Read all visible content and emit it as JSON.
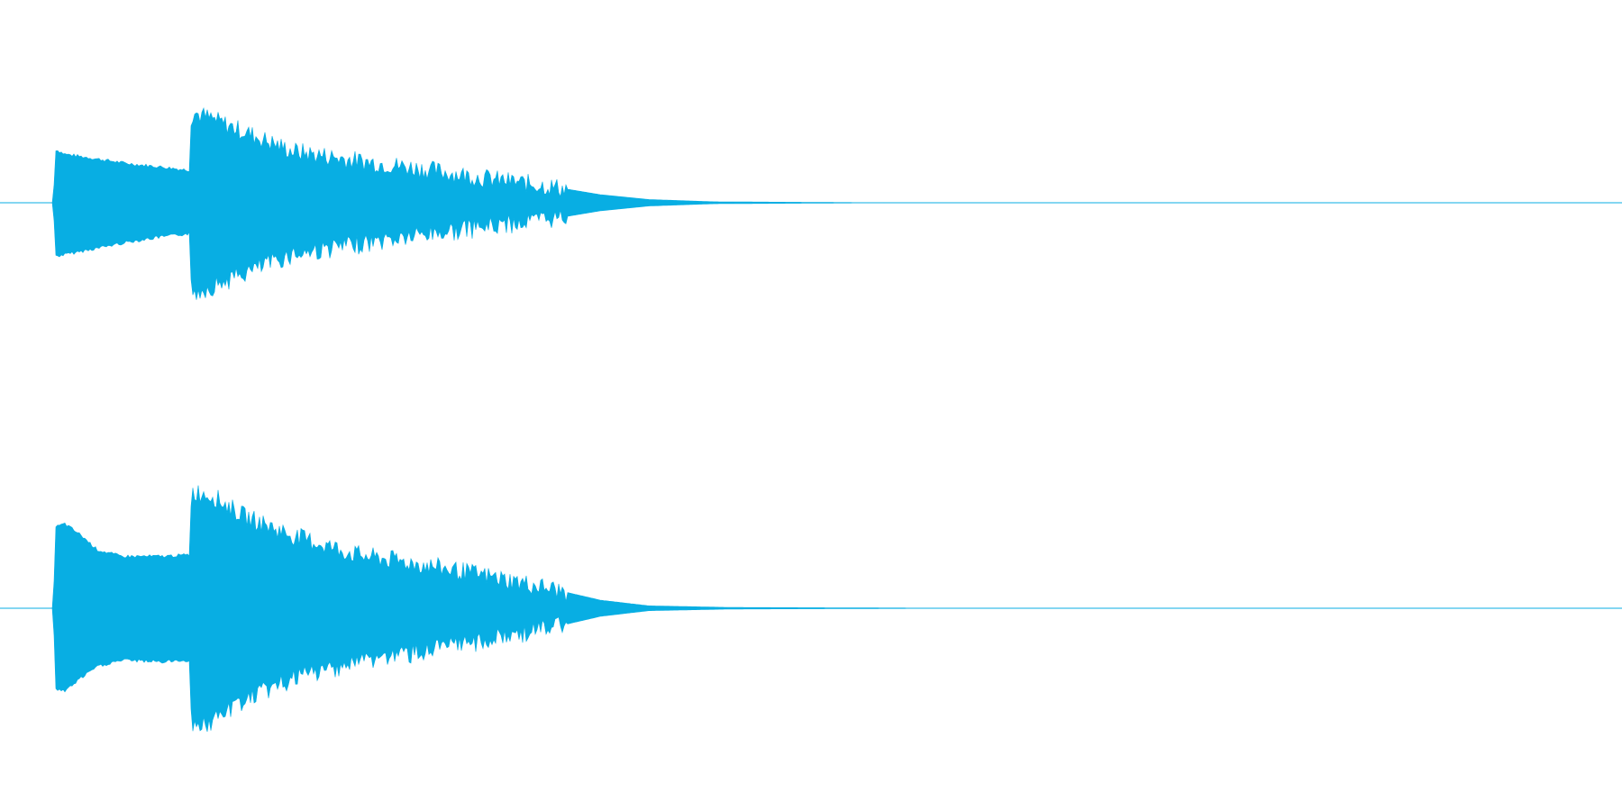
{
  "waveform": {
    "color": "#08aee3",
    "background": "#ffffff",
    "channels": [
      {
        "name": "",
        "envelope": [
          {
            "t": 0.0,
            "top": 0.0,
            "bottom": 0.0
          },
          {
            "t": 0.033,
            "top": 0.0,
            "bottom": 0.0
          },
          {
            "t": 0.034,
            "top": 0.33,
            "bottom": 0.33
          },
          {
            "t": 0.04,
            "top": 0.3,
            "bottom": 0.32
          },
          {
            "t": 0.06,
            "top": 0.27,
            "bottom": 0.28
          },
          {
            "t": 0.08,
            "top": 0.24,
            "bottom": 0.24
          },
          {
            "t": 0.1,
            "top": 0.22,
            "bottom": 0.21
          },
          {
            "t": 0.117,
            "top": 0.2,
            "bottom": 0.19
          },
          {
            "t": 0.118,
            "top": 0.56,
            "bottom": 0.56
          },
          {
            "t": 0.13,
            "top": 0.52,
            "bottom": 0.52
          },
          {
            "t": 0.15,
            "top": 0.44,
            "bottom": 0.44
          },
          {
            "t": 0.18,
            "top": 0.32,
            "bottom": 0.32
          },
          {
            "t": 0.22,
            "top": 0.26,
            "bottom": 0.26
          },
          {
            "t": 0.26,
            "top": 0.21,
            "bottom": 0.2
          },
          {
            "t": 0.3,
            "top": 0.15,
            "bottom": 0.15
          },
          {
            "t": 0.34,
            "top": 0.1,
            "bottom": 0.1
          },
          {
            "t": 0.37,
            "top": 0.05,
            "bottom": 0.05
          },
          {
            "t": 0.4,
            "top": 0.02,
            "bottom": 0.02
          },
          {
            "t": 0.44,
            "top": 0.006,
            "bottom": 0.006
          },
          {
            "t": 0.55,
            "top": 0.0,
            "bottom": 0.0
          },
          {
            "t": 1.0,
            "top": 0.0,
            "bottom": 0.0
          }
        ]
      },
      {
        "name": "",
        "envelope": [
          {
            "t": 0.0,
            "top": 0.0,
            "bottom": 0.0
          },
          {
            "t": 0.033,
            "top": 0.0,
            "bottom": 0.0
          },
          {
            "t": 0.034,
            "top": 0.5,
            "bottom": 0.5
          },
          {
            "t": 0.04,
            "top": 0.52,
            "bottom": 0.51
          },
          {
            "t": 0.05,
            "top": 0.45,
            "bottom": 0.43
          },
          {
            "t": 0.06,
            "top": 0.36,
            "bottom": 0.36
          },
          {
            "t": 0.075,
            "top": 0.32,
            "bottom": 0.32
          },
          {
            "t": 0.1,
            "top": 0.32,
            "bottom": 0.33
          },
          {
            "t": 0.117,
            "top": 0.33,
            "bottom": 0.32
          },
          {
            "t": 0.118,
            "top": 0.72,
            "bottom": 0.72
          },
          {
            "t": 0.13,
            "top": 0.7,
            "bottom": 0.71
          },
          {
            "t": 0.15,
            "top": 0.57,
            "bottom": 0.57
          },
          {
            "t": 0.18,
            "top": 0.45,
            "bottom": 0.44
          },
          {
            "t": 0.22,
            "top": 0.33,
            "bottom": 0.33
          },
          {
            "t": 0.26,
            "top": 0.27,
            "bottom": 0.27
          },
          {
            "t": 0.3,
            "top": 0.2,
            "bottom": 0.2
          },
          {
            "t": 0.34,
            "top": 0.12,
            "bottom": 0.12
          },
          {
            "t": 0.37,
            "top": 0.05,
            "bottom": 0.05
          },
          {
            "t": 0.4,
            "top": 0.015,
            "bottom": 0.015
          },
          {
            "t": 0.45,
            "top": 0.005,
            "bottom": 0.005
          },
          {
            "t": 0.6,
            "top": 0.0,
            "bottom": 0.0
          },
          {
            "t": 1.0,
            "top": 0.0,
            "bottom": 0.0
          }
        ]
      }
    ]
  }
}
